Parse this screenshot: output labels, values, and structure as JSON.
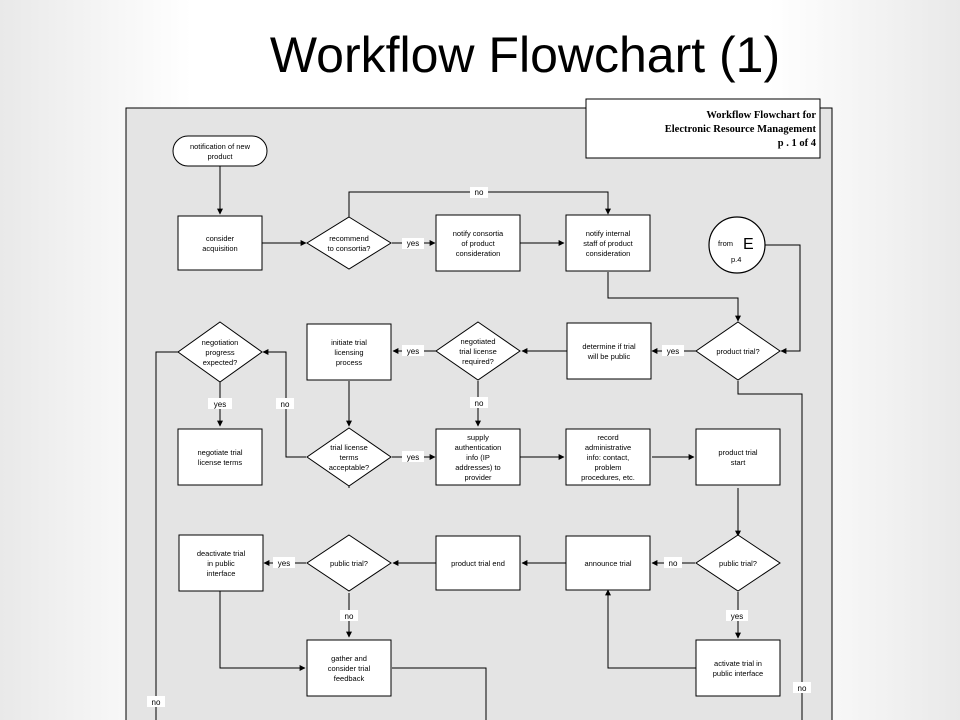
{
  "slide": {
    "title": "Workflow Flowchart (1)"
  },
  "header_box": {
    "line1": "Workflow Flowchart for",
    "line2": "Electronic Resource Management",
    "line3": "p . 1 of 4"
  },
  "connector": {
    "from": "from",
    "letter": "E",
    "page": "p.4"
  },
  "nodes": [
    {
      "id": "notification",
      "lines": [
        "notification of new",
        "product"
      ]
    },
    {
      "id": "consider",
      "lines": [
        "consider",
        "acquisition"
      ]
    },
    {
      "id": "recommend",
      "lines": [
        "recommend",
        "to consortia?"
      ]
    },
    {
      "id": "notify-consortia",
      "lines": [
        "notify consortia",
        "of product",
        "consideration"
      ]
    },
    {
      "id": "notify-staff",
      "lines": [
        "notify internal",
        "staff of product",
        "consideration"
      ]
    },
    {
      "id": "product-trial-1",
      "lines": [
        "product trial?"
      ]
    },
    {
      "id": "determine-public",
      "lines": [
        "determine if trial",
        "will be public"
      ]
    },
    {
      "id": "negotiated-required",
      "lines": [
        "negotiated",
        "trial license",
        "required?"
      ]
    },
    {
      "id": "initiate-licensing",
      "lines": [
        "initiate trial",
        "licensing",
        "process"
      ]
    },
    {
      "id": "negotiation-progress",
      "lines": [
        "negotiation",
        "progress",
        "expected?"
      ]
    },
    {
      "id": "negotiate-terms",
      "lines": [
        "negotiate trial",
        "license terms"
      ]
    },
    {
      "id": "terms-acceptable",
      "lines": [
        "trial license",
        "terms",
        "acceptable?"
      ]
    },
    {
      "id": "supply-auth",
      "lines": [
        "supply",
        "authentication",
        "info (IP",
        "addresses) to",
        "provider"
      ]
    },
    {
      "id": "record-admin",
      "lines": [
        "record",
        "administrative",
        "info: contact,",
        "problem",
        "procedures, etc."
      ]
    },
    {
      "id": "trial-start",
      "lines": [
        "product trial",
        "start"
      ]
    },
    {
      "id": "product-trial-2",
      "lines": [
        "public trial?"
      ]
    },
    {
      "id": "announce",
      "lines": [
        "announce trial"
      ]
    },
    {
      "id": "trial-end",
      "lines": [
        "product trial end"
      ]
    },
    {
      "id": "public-trial-3",
      "lines": [
        "public trial?"
      ]
    },
    {
      "id": "deactivate",
      "lines": [
        "deactivate trial",
        "in public",
        "interface"
      ]
    },
    {
      "id": "gather-feedback",
      "lines": [
        "gather and",
        "consider trial",
        "feedback"
      ]
    },
    {
      "id": "activate-public",
      "lines": [
        "activate trial in",
        "public interface"
      ]
    }
  ],
  "labels": {
    "no_top": "no",
    "yes_recommend": "yes",
    "yes_product_trial": "yes",
    "yes_negotiated": "yes",
    "no_negotiated": "no",
    "yes_progress": "yes",
    "no_progress": "no",
    "yes_acceptable": "yes",
    "no_public2": "no",
    "yes_public2": "yes",
    "yes_public3": "yes",
    "no_public3": "no",
    "no_left": "no",
    "no_right": "no"
  }
}
